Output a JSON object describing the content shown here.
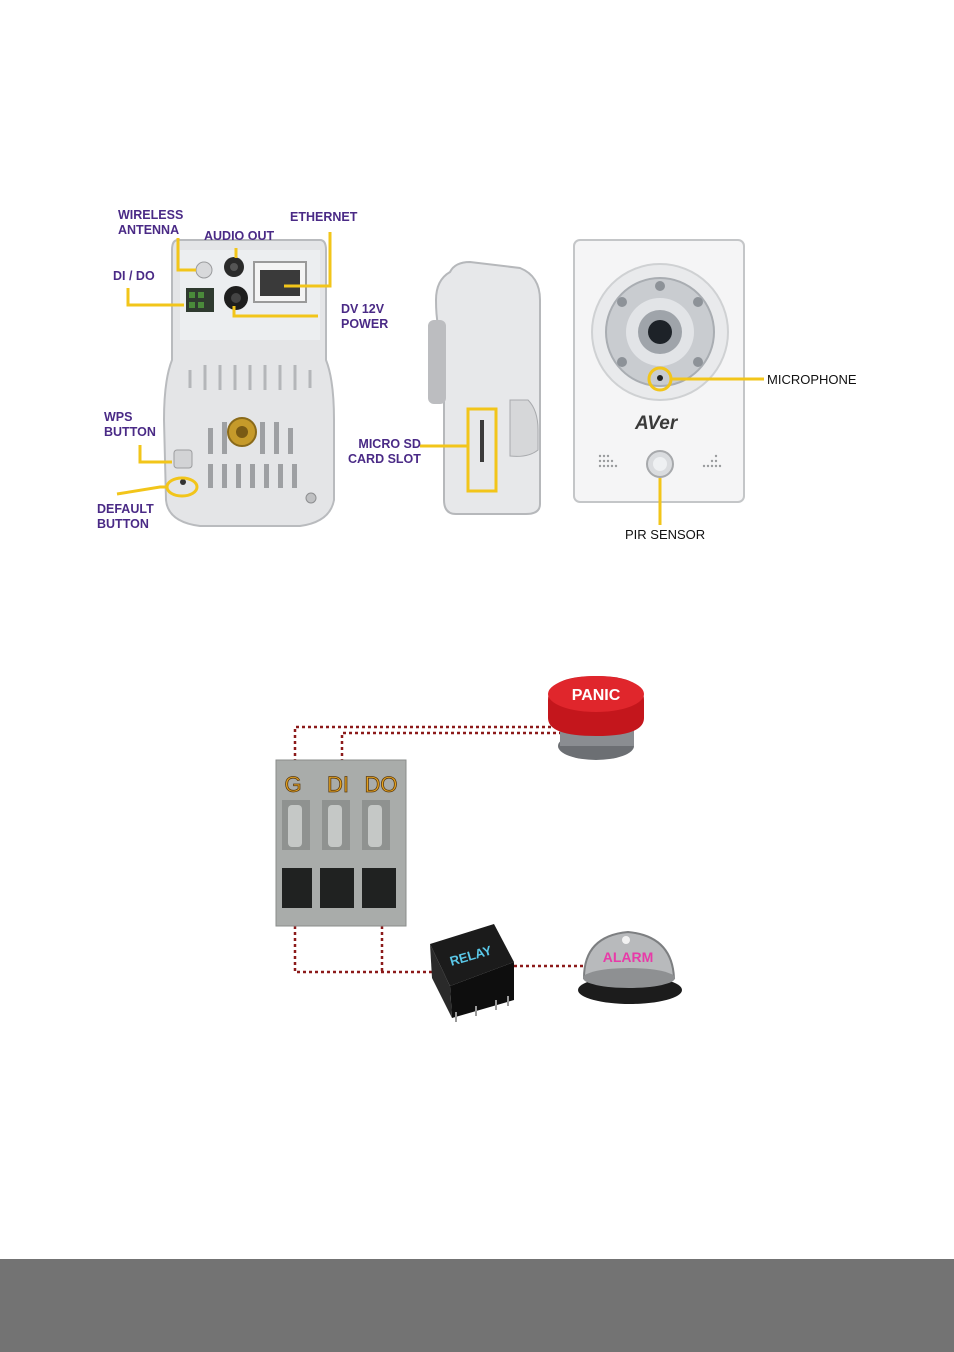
{
  "back_view": {
    "labels": {
      "wireless_antenna": "WIRELESS\nANTENNA",
      "audio_out": "AUDIO OUT",
      "ethernet": "ETHERNET",
      "di_do": "DI / DO",
      "dv_power": "DV 12V\nPOWER",
      "wps_button": "WPS\nBUTTON",
      "default_button": "DEFAULT\nBUTTON"
    }
  },
  "side_view": {
    "labels": {
      "micro_sd": "MICRO SD\nCARD SLOT"
    }
  },
  "front_view": {
    "brand": "AVer",
    "labels": {
      "microphone": "MICROPHONE",
      "pir_sensor": "PIR SENSOR"
    }
  },
  "wiring": {
    "terminals": [
      "G",
      "DI",
      "DO"
    ],
    "panic_label": "PANIC",
    "relay_label": "RELAY",
    "alarm_label": "ALARM"
  },
  "colors": {
    "label_purple": "#4a2a86",
    "callout_yellow": "#f2c51a",
    "wire_red": "#8c1a1a",
    "footer_gray": "#737373"
  }
}
